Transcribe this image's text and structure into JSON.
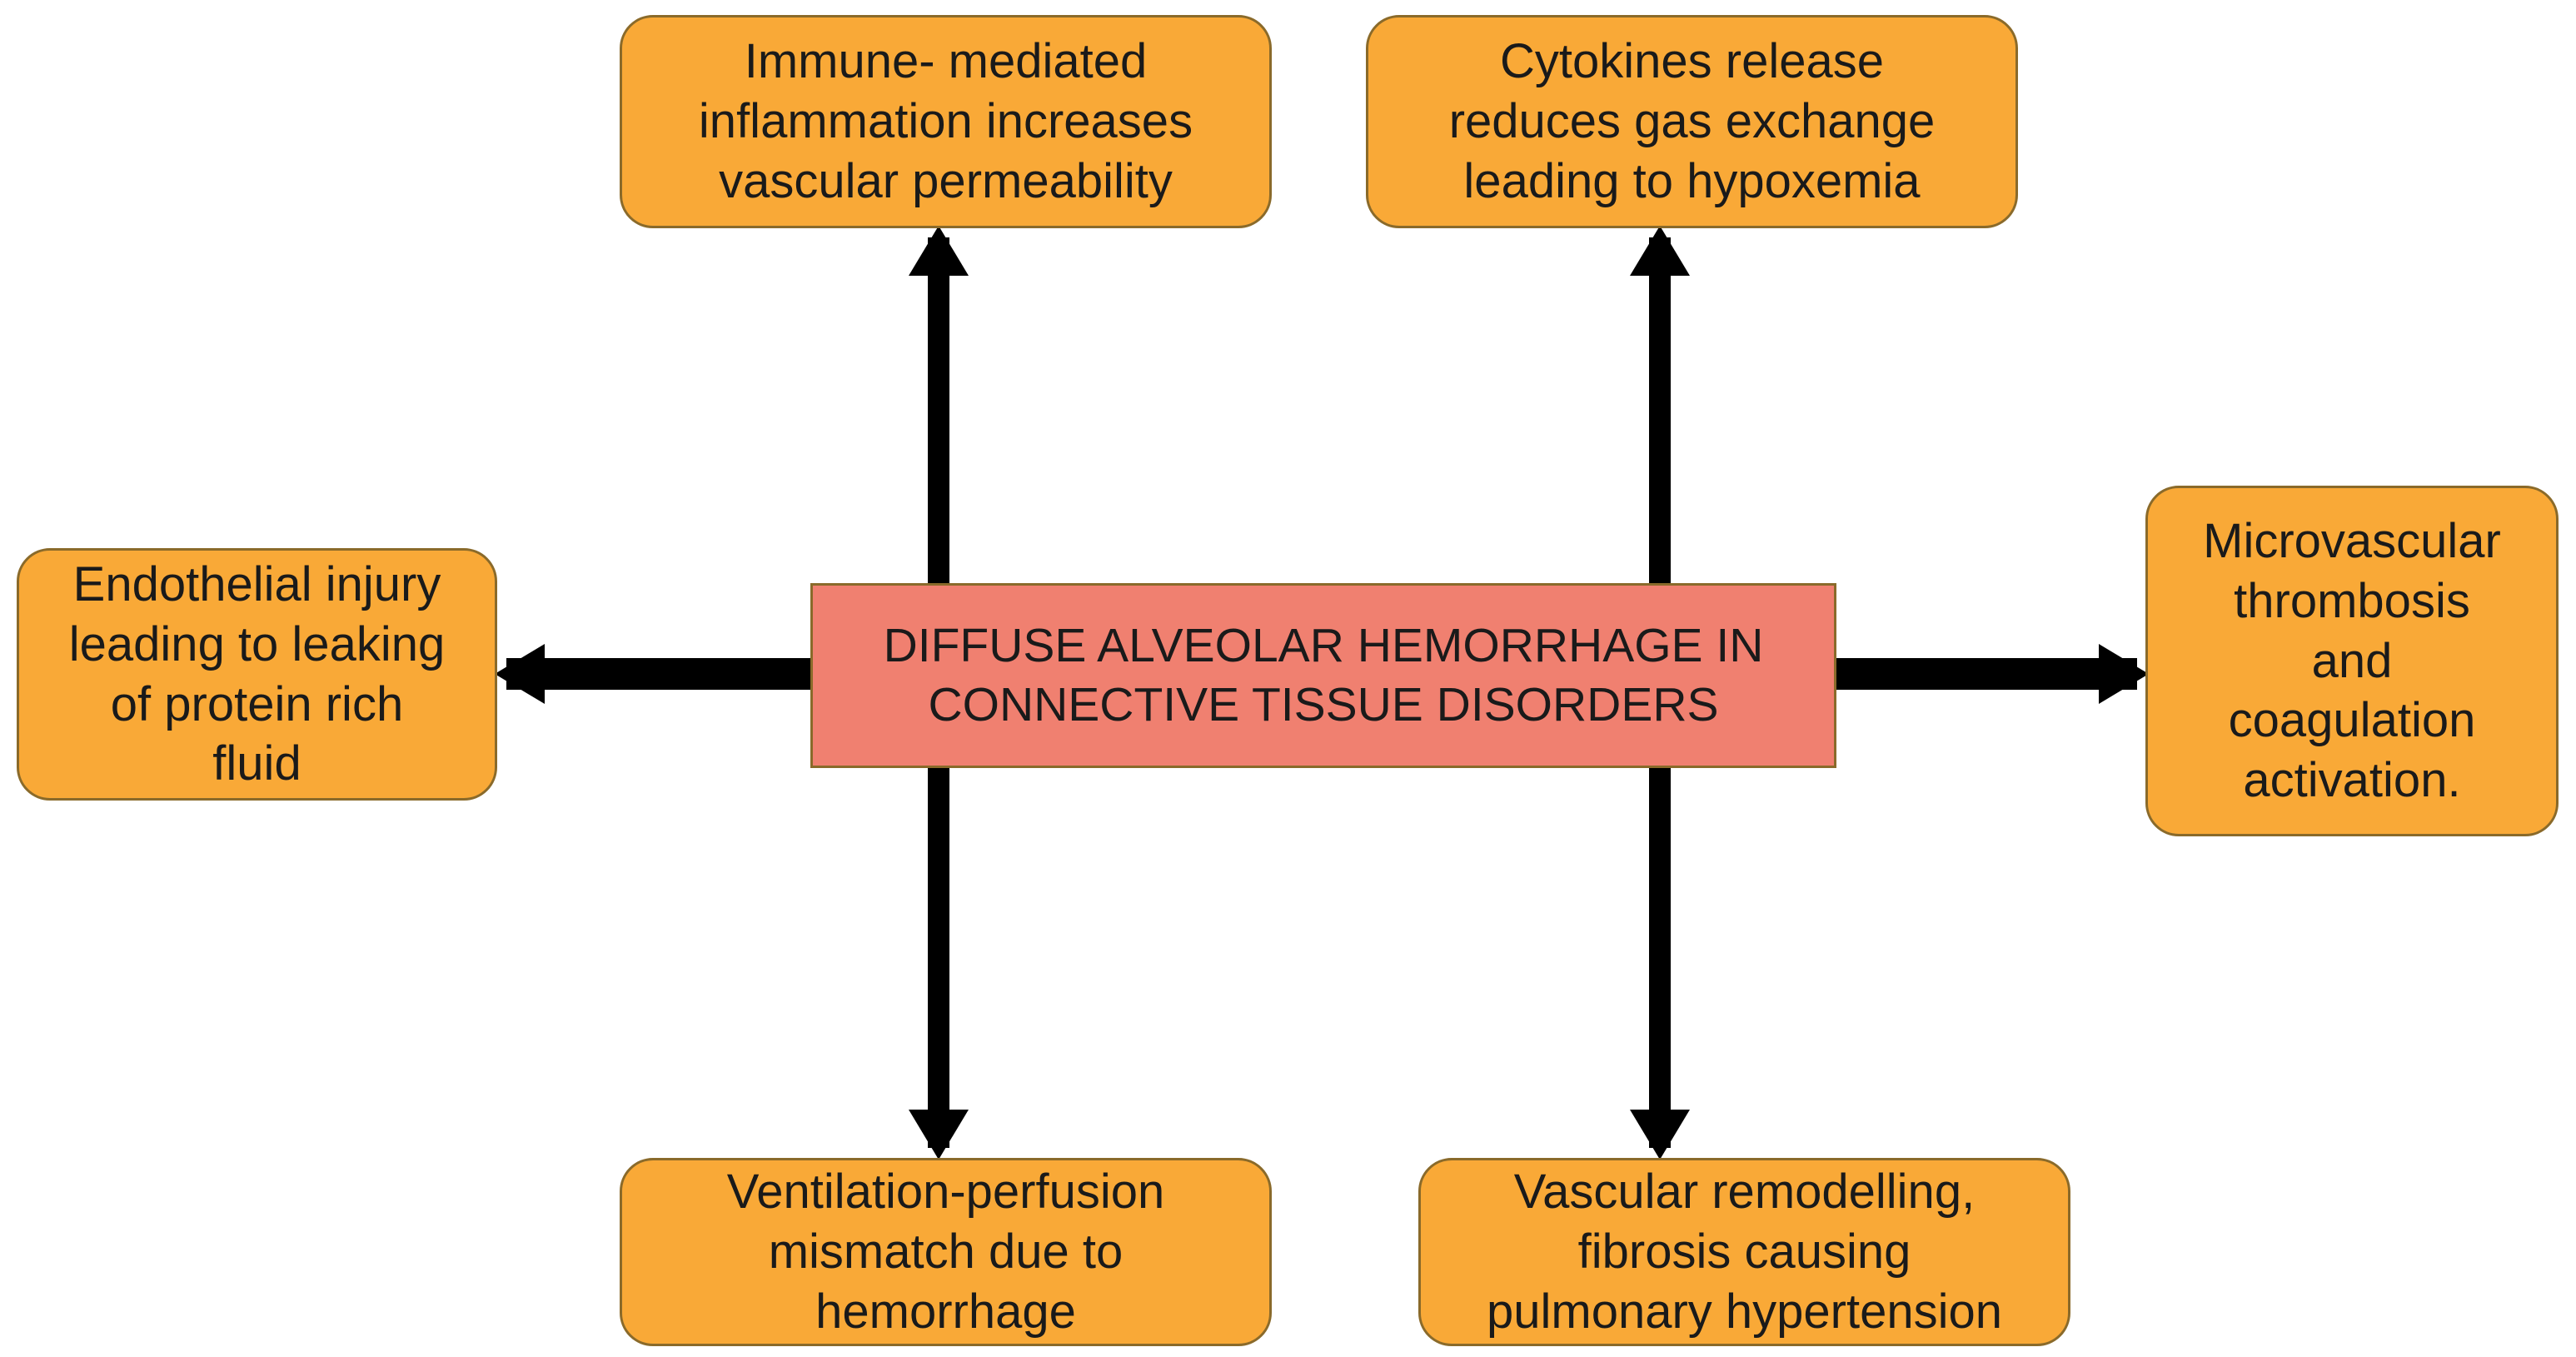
{
  "diagram": {
    "center": {
      "line1": "DIFFUSE ALVEOLAR HEMORRHAGE IN",
      "line2": "CONNECTIVE TISSUE DISORDERS"
    },
    "effects": {
      "top_left": {
        "lines": [
          "Immune- mediated",
          "inflammation increases",
          "vascular permeability"
        ]
      },
      "top_right": {
        "lines": [
          "Cytokines release",
          "reduces gas exchange",
          "leading to hypoxemia"
        ]
      },
      "left": {
        "lines": [
          "Endothelial injury",
          "leading to leaking",
          "of protein rich",
          "fluid"
        ]
      },
      "right": {
        "lines": [
          "Microvascular",
          "thrombosis",
          "and",
          "coagulation",
          "activation."
        ]
      },
      "bottom_left": {
        "lines": [
          "Ventilation-perfusion",
          "mismatch due to",
          "hemorrhage"
        ]
      },
      "bottom_right": {
        "lines": [
          "Vascular remodelling,",
          "fibrosis causing",
          "pulmonary hypertension"
        ]
      }
    },
    "colors": {
      "center_fill": "#f08070",
      "box_fill": "#f9a937",
      "border": "#8a6a2a",
      "arrow": "#000000"
    }
  }
}
